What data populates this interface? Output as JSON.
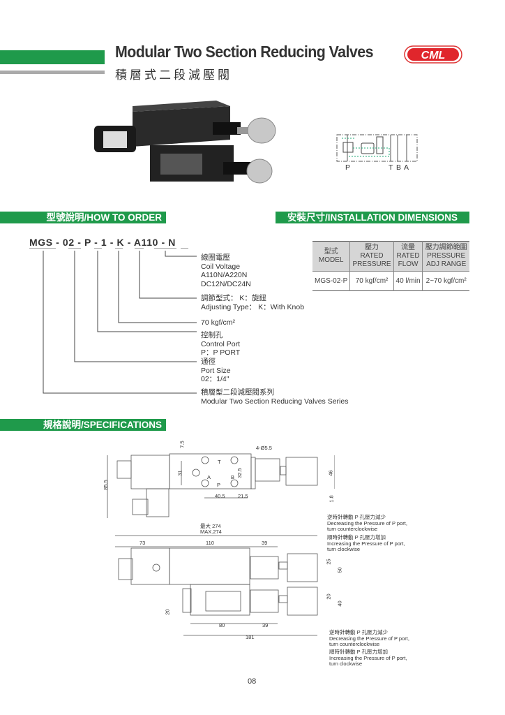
{
  "header": {
    "title": "Modular Two Section Reducing Valves",
    "subtitle": "積層式二段減壓閥",
    "logo_text": "CML"
  },
  "symbol": {
    "ports": [
      "P",
      "T",
      "B",
      "A"
    ]
  },
  "how_to_order": {
    "heading": "型號說明/HOW TO ORDER",
    "code": "MGS - 02 - P - 1 - K - A110 - N",
    "items": [
      {
        "lines": [
          "線圈電壓",
          "Coil Voltage",
          "A110N/A220N",
          "DC12N/DC24N"
        ]
      },
      {
        "lines": [
          "調節型式： K：旋鈕",
          "Adjusting Type： K：With Knob"
        ]
      },
      {
        "lines": [
          "70 kgf/cm²"
        ]
      },
      {
        "lines": [
          "控制孔",
          "Control Port",
          "P：P PORT"
        ]
      },
      {
        "lines": [
          "通徑",
          "Port Size",
          "02：1/4\""
        ]
      },
      {
        "lines": [
          "積層型二段減壓閥系列",
          "Modular Two Section Reducing Valves Series"
        ]
      }
    ]
  },
  "installation": {
    "heading": "安裝尺寸/INSTALLATION DIMENSIONS",
    "table": {
      "headers": [
        [
          "型式",
          "MODEL"
        ],
        [
          "壓力",
          "RATED",
          "PRESSURE"
        ],
        [
          "流量",
          "RATED",
          "FLOW"
        ],
        [
          "壓力調節範圍",
          "PRESSURE",
          "ADJ RANGE"
        ]
      ],
      "rows": [
        [
          "MGS-02-P",
          "70 kgf/cm²",
          "40 l/min",
          "2~70 kgf/cm²"
        ]
      ]
    }
  },
  "specifications": {
    "heading": "規格說明/SPECIFICATIONS",
    "dims": {
      "d7_5": "7.5",
      "hole": "4-Ø5.5",
      "d31": "31",
      "d32_5": "32.5",
      "d46": "46",
      "d85_5": "85.5",
      "d40_5": "40.5",
      "d21_5": "21.5",
      "d1_8": "1.8",
      "max_cn": "最大 274",
      "max": "MAX.274",
      "d73": "73",
      "d110": "110",
      "d39a": "39",
      "d25": "25",
      "d50": "50",
      "d20a": "20",
      "d40": "40",
      "d20b": "20",
      "d80": "80",
      "d39b": "39",
      "d181": "181",
      "pT": "T",
      "pA": "A",
      "pB": "B",
      "pP": "P"
    },
    "notes": {
      "dec1": [
        "逆時針轉動 P 孔壓力減少",
        "Decreasing the Pressure of P port,",
        "turn counterclockwise"
      ],
      "inc1": [
        "順時針轉動 P 孔壓力增加",
        "Increasing the Pressure of P port,",
        "turn clockwise"
      ],
      "dec2": [
        "逆時針轉動 P 孔壓力減少",
        "Decreasing the Pressure of P port,",
        "turn counterclockwise"
      ],
      "inc2": [
        "順時針轉動 P 孔壓力增加",
        "Increasing the Pressure of P port,",
        "turn clockwise"
      ]
    }
  },
  "footer": {
    "page_number": "08"
  }
}
